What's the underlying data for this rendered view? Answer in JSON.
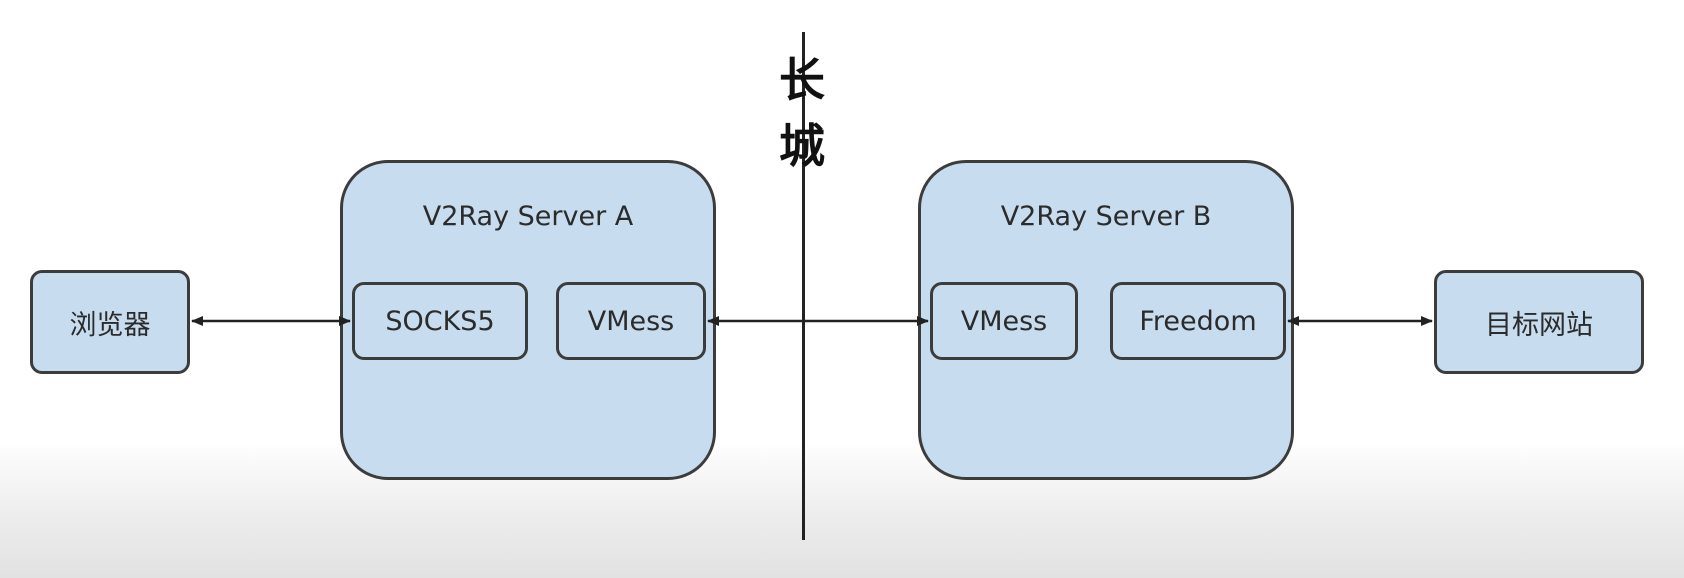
{
  "wall": {
    "label": "长城"
  },
  "browser": {
    "label": "浏览器"
  },
  "server_a": {
    "title": "V2Ray Server A",
    "inbound": "SOCKS5",
    "outbound": "VMess"
  },
  "server_b": {
    "title": "V2Ray Server B",
    "inbound": "VMess",
    "outbound": "Freedom"
  },
  "target": {
    "label": "目标网站"
  }
}
